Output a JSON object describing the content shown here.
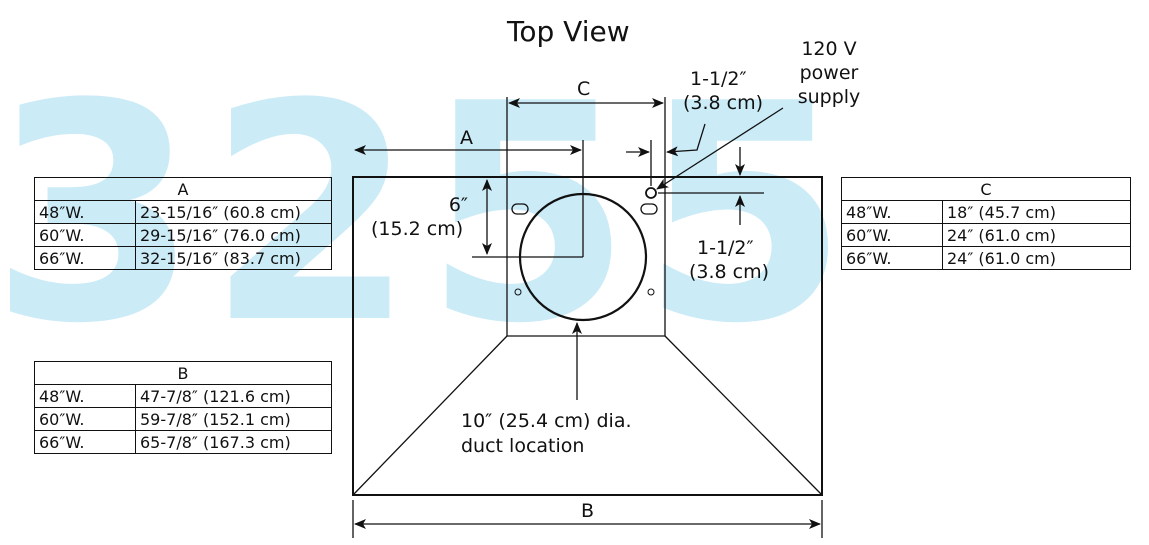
{
  "title": "Top View",
  "watermark": "3255",
  "colors": {
    "ink": "#111111",
    "watermark": "#5dc0e6"
  },
  "labels": {
    "a": "A",
    "b": "B",
    "c": "C",
    "depth_6": "6″",
    "depth_6_cm": "(15.2 cm)",
    "side_offset": "1-1/2″",
    "side_offset_cm": "(3.8 cm)",
    "back_offset": "1-1/2″",
    "back_offset_cm": "(3.8 cm)",
    "power_line1": "120 V",
    "power_line2": "power",
    "power_line3": "supply",
    "duct_line1": "10″ (25.4 cm) dia.",
    "duct_line2": "duct location"
  },
  "tables": {
    "a": {
      "header": "A",
      "rows": [
        {
          "width": "48″W.",
          "value": "23-15/16″ (60.8 cm)"
        },
        {
          "width": "60″W.",
          "value": "29-15/16″ (76.0 cm)"
        },
        {
          "width": "66″W.",
          "value": "32-15/16″ (83.7 cm)"
        }
      ]
    },
    "b": {
      "header": "B",
      "rows": [
        {
          "width": "48″W.",
          "value": "47-7/8″ (121.6 cm)"
        },
        {
          "width": "60″W.",
          "value": "59-7/8″ (152.1 cm)"
        },
        {
          "width": "66″W.",
          "value": "65-7/8″ (167.3 cm)"
        }
      ]
    },
    "c": {
      "header": "C",
      "rows": [
        {
          "width": "48″W.",
          "value": "18″ (45.7 cm)"
        },
        {
          "width": "60″W.",
          "value": "24″ (61.0 cm)"
        },
        {
          "width": "66″W.",
          "value": "24″ (61.0 cm)"
        }
      ]
    }
  }
}
